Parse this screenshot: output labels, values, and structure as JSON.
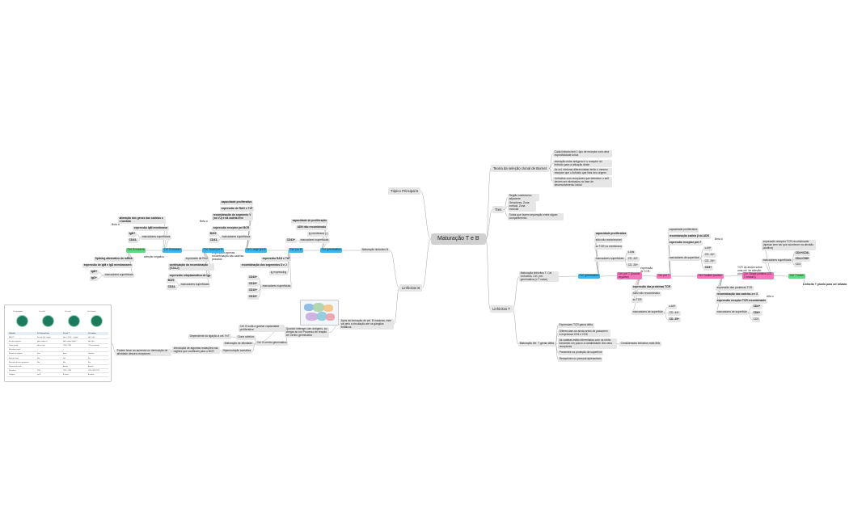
{
  "root": "Maturação T e B",
  "nodes": {
    "topico5": "Tópico Principal 5",
    "burnet": "Teoria da seleção clonal de Burnet",
    "b1": "Cada linfócito tem 1 tipo de receptor com uma especificidade única",
    "b2": "Interação entre antígeno e o receptor do linfócito para a ativação deste",
    "b3": "As cel. efetoras diferenciadas terão o mesmo receptor que o linfócito que lhes deu origem",
    "b4": "Linfócitos com receptores que detectem o self devem ser eliminados no fase de desenvolvimento inicial",
    "tres": "Tres",
    "tr1": "Região medular/ou adjacente",
    "tr2": "Geradores, Zona cortical, Zona medular",
    "tr3": "Todas que fazem separação entre algum compartimento",
    "linfT": "Linfócitos T",
    "matT": "Maturação linfócitos T: Cel. Linfocitós, Cel. pré- germinativa (o T naive)",
    "gemT": "Cel. germinativa",
    "gemT_1": "capacidade proliferativa",
    "gemT_2": "sítio não reconhecível",
    "gemT_3": "sc TCR no membrana",
    "gemT_surf": "marcadores superficiais",
    "gemT_s1": "c-kits",
    "gemT_s2": "CD- 44+",
    "gemT_s3": "CD- 25+",
    "preT": "Cel. pré T (Double negative)",
    "pre_note": "expressão de TCR-",
    "preT_1": "expressão das proteínas TCR",
    "preT_2": "ADN não recombinado",
    "preT_3": "sc TCR",
    "preT_surf": "marcadores de superfície",
    "preT_s1": "c-kit+",
    "preT_s2": "CD- 44+",
    "preT_s3": "CD- 25+",
    "proT": "Cel. pro T",
    "proT_1": "capacidade proliferativa",
    "proT_2": "recombinação cadeia β do ADN",
    "proT_3": "expressão receptor pré-T",
    "proT_surf": "marcadores de superfície",
    "proT_s1": "c-kit+",
    "proT_s2": "CD- 44+",
    "proT_s3": "CD- 25+",
    "proT_s4": "CD3+",
    "proT_note": "Beta α",
    "dp": "Cel. Double positive",
    "dp_note": "TCR αβ atuam sobre uma cel. de seleção clonal",
    "dp_1": "expressão das proteínas TCR",
    "dp_2": "recombinação das cadeias α e δ",
    "dp_3": "expressão receptor TCR recombinante",
    "dp_surf": "marcadores de superfície",
    "dp_s1": "CD4+",
    "dp_s2": "CD8+",
    "dp_s3": "CD3",
    "dp_note2": "Alfa α",
    "sp": "Cel. Single positive (CD- T imaturo)",
    "sp_1": "expressão receptor TCR recombinante (apesar sem ser que acontecer na decisão positiva)",
    "sp_surf": "marcadores superficiais",
    "sp_s1": "CD4+/CD8-",
    "sp_s2": "CD4-/CD8+",
    "sp_s3": "CD3",
    "tnaive": "Cel. T naive",
    "tnaive_1": "Linfócito T pronto para ser ativado",
    "matnaive": "Maturação linf. T gerais délta",
    "mn1": "Expressam TCR gama délta",
    "mn2": "Diferenciam-se ainda antes de passarem a expressar CD4 e CD8",
    "mn3": "As cadeias estão interrelados com os ninho fundando um pouco a variabilidade dos seus receptores",
    "mn4": "Presentes na proteção da superfície",
    "mn5": "Receptores no pessoal apresentam",
    "mn_side": "Considerados linfócitos mais fiéis",
    "linfB": "Linfócitos B",
    "matB": "Maturação linfócitos B",
    "gemB": "Cel. germinativa",
    "gemB_1": "capacidade de proliferação",
    "gemB_2": "ADN não recombinado",
    "gemB_3": "Ig membrana (-)",
    "gemB_surf": "marcadores superficiais",
    "gemB_s1": "CD43+",
    "proB": "Cel. pro B",
    "proB_1": "expressão RAG e TdT",
    "proB_2": "recombinação dos segmentos D e J",
    "proB_3": "Ig expressing",
    "proB_surf": "marcadores superficiais",
    "proB_s1": "CD43+",
    "proB_s2": "CD19+",
    "proB_s3": "CD10+",
    "proB_s4": "CD19+",
    "largeB": "Cel. Large pre B",
    "lb1": "capacidade proliferativa",
    "lb2": "expressão de RAG e TdT",
    "lb3": "recombinação do segmento V (no VJ) e da cadeia leve",
    "lb4": "expressão receptor pré BCR",
    "lb_surf": "marcadores superficiais",
    "lb_s1": "B220",
    "lb_s2": "CD43-",
    "lb_note": "Beta α",
    "smallB": "Cel. Small pre B",
    "sb1": "expressão de RAG",
    "sb2": "continuação da recombinação (VJ=LJ)",
    "sb3": "expressão citoplasmática de Igμ",
    "sb_surf": "marcadores superficiais",
    "sb_s1": "B220",
    "sb_s2": "CD43-",
    "sb_note": "Expressam apenas recombinação das cadeias pesadas",
    "immB": "Cel. B imatura",
    "ib1": "alteração dos genes das cadeias κ e lambda",
    "ib2": "expressão IgM membranar",
    "ib_surf": "marcadores superficiais",
    "ib_s1": "IgM+",
    "ib_s2": "CD43-",
    "ib_note": "Beta α",
    "matureB": "Cel. B madura",
    "mb_note": "seleção negativa",
    "mb1": "Splicing alternativo do mRNA",
    "mb2": "expressão de IgM e IgD membranares",
    "mb_surf": "marcadores superficiais",
    "mb_s1": "IgM+",
    "mb_s2": "IgD+",
    "gc_text": "Após da formação de cel. B maduras, este vai pelo a circulação até os gânglios linfáticos",
    "gcB": "Cel. B centro germinativo",
    "gc1": "Cél. B volta a ganhar capacidade proliferativa",
    "gc2": "Quando interage com antígeno, ao chegar ao um Processo de reação em centro germinativo",
    "gc_clone": "Clone seletivo",
    "gc_dep": "Dependente do ligação a cel. FcT",
    "gc_aff": "Maturação de afinidade",
    "gc_hyper": "Hipermutação somática",
    "gc_intro": "Introdução de algumas mutações nas regiões que codificam para o BCR",
    "gc_final": "Podem levar ao aumento ou diminuição de afinidade desses receptores"
  },
  "card": {
    "heads": [
      "Cel. germinativa",
      "Cel. pré-B",
      "Cel. pro B",
      "Cel. B imatura"
    ],
    "cols": [
      "Linfócitos",
      "Cel. Intermed. fase",
      "Cel. pré T",
      "Cel. madura"
    ],
    "rows": [
      [
        "RAG-1/2",
        "Recomb. IgH - tratada",
        "IgH e / CD43 - ... tratada",
        "IgM+ / IgD+"
      ],
      [
        "Receptor antigénico",
        "IgM e cadeias vi...",
        "IgM e cadeias VpreB / ...",
        "IgM+ IgD+"
      ],
      [
        "Cadeia pesada",
        "IgH no citopl.",
        "CD43 / CD45",
        "TCR recombinada"
      ],
      [
        "Marcadores superf.",
        "...",
        "...",
        "..."
      ],
      [
        "Resposta ao antígeno",
        "Sem",
        "Baixa",
        "Tolerância"
      ],
      [
        "Selecção clonal",
        "Não",
        "Sim",
        "Sim"
      ],
      [
        "Maturação do centro germinativo",
        "Não",
        "Não",
        "Sim"
      ],
      [
        "Diferenciação celular",
        "...",
        "Anergia",
        "Ativação"
      ],
      [
        "Marcadores",
        "CD19",
        "CD19 / CD20",
        "CD19 CD20 CD21"
      ],
      [
        "Linhagem",
        "pré B",
        "B imatura",
        "B madura"
      ]
    ]
  },
  "colors": {
    "blue": "#3eb7ea",
    "pink": "#f276b9",
    "green": "#67d884",
    "node": "#e6e6e6",
    "line": "#9a9a9a"
  }
}
